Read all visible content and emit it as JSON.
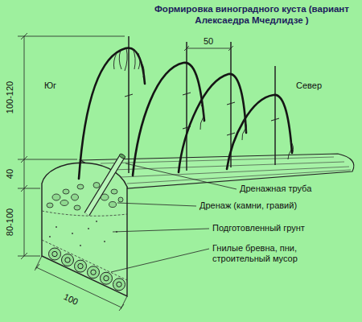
{
  "diagram": {
    "title": "Формировка виноградного куста (вариант Алексаедра Мчедлидзе )",
    "labels": [
      "50",
      "Юг",
      "Север",
      "100-120",
      "40",
      "80-100",
      "Дренажная труба",
      "Дренаж (камни, гравий)",
      "Подготовленный грунт",
      "Гнилые бревна, пни, строительный мусор",
      "100"
    ]
  }
}
